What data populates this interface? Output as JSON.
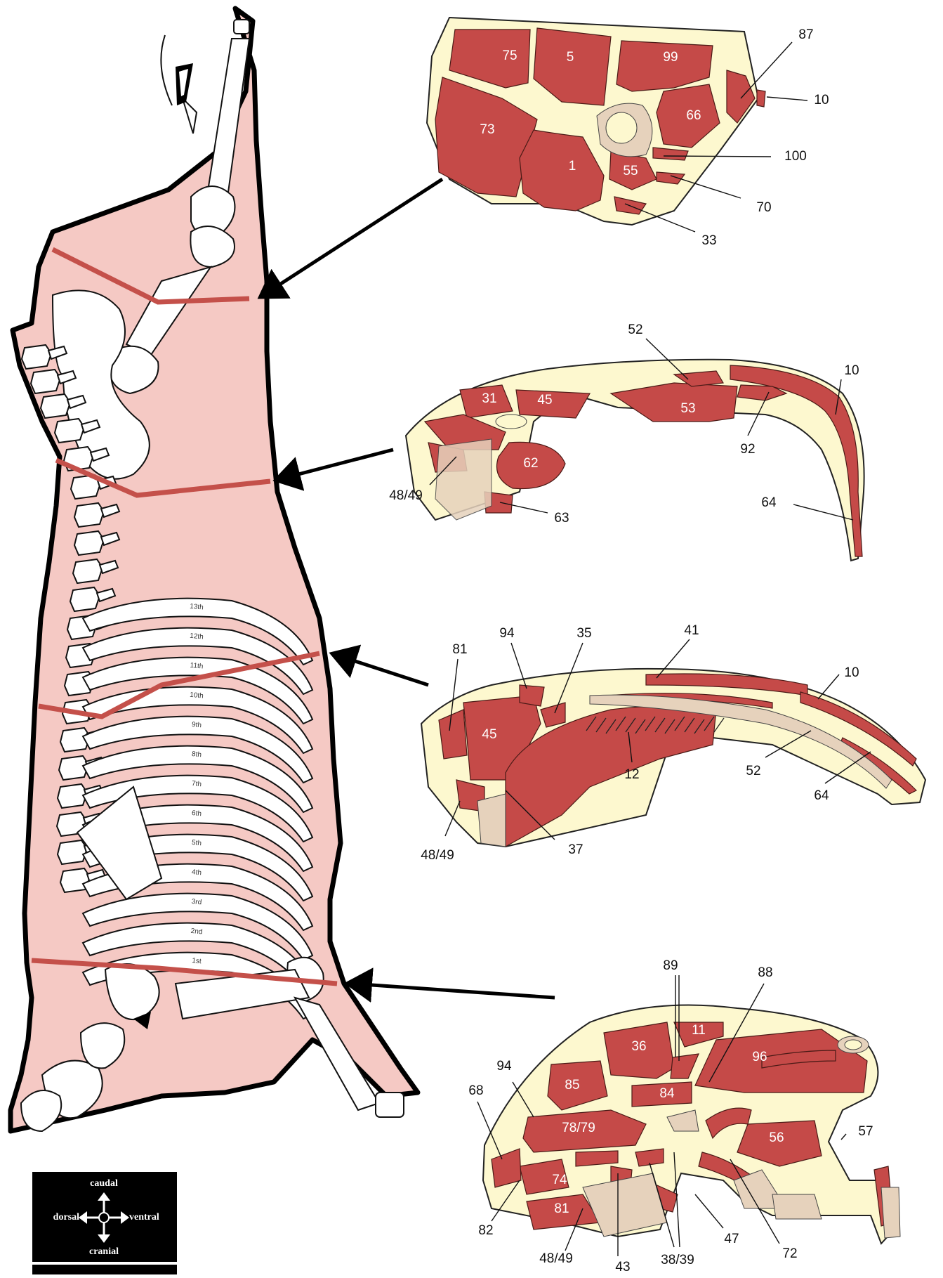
{
  "colors": {
    "carcass_fill": "#f5c9c4",
    "muscle": "#c54a48",
    "fat": "#fdf8cf",
    "bone_section": "#e6d2bc",
    "cut_line": "#c4504a",
    "legend_bg": "#000000"
  },
  "carcass": {
    "rib_labels": [
      "13th",
      "12th",
      "11th",
      "10th",
      "9th",
      "8th",
      "7th",
      "6th",
      "5th",
      "4th",
      "3rd",
      "2nd",
      "1st"
    ]
  },
  "sections": {
    "round": {
      "muscles": [
        "75",
        "5",
        "99",
        "73",
        "1",
        "66",
        "55"
      ],
      "callouts": [
        "87",
        "10",
        "100",
        "70",
        "33"
      ]
    },
    "loin": {
      "muscles": [
        "31",
        "45",
        "53",
        "62"
      ],
      "callouts": [
        "52",
        "10",
        "92",
        "48/49",
        "63",
        "64"
      ]
    },
    "rib": {
      "muscles": [
        "45"
      ],
      "callouts": [
        "81",
        "94",
        "35",
        "41",
        "10",
        "12",
        "52",
        "64",
        "48/49",
        "37"
      ]
    },
    "chuck": {
      "muscles": [
        "36",
        "11",
        "96",
        "85",
        "84",
        "78/79",
        "56",
        "74",
        "81"
      ],
      "callouts": [
        "89",
        "88",
        "94",
        "68",
        "57",
        "82",
        "48/49",
        "43",
        "38/39",
        "47",
        "72"
      ]
    }
  },
  "legend": {
    "top": "caudal",
    "left": "dorsal",
    "right": "ventral",
    "bottom": "cranial"
  }
}
